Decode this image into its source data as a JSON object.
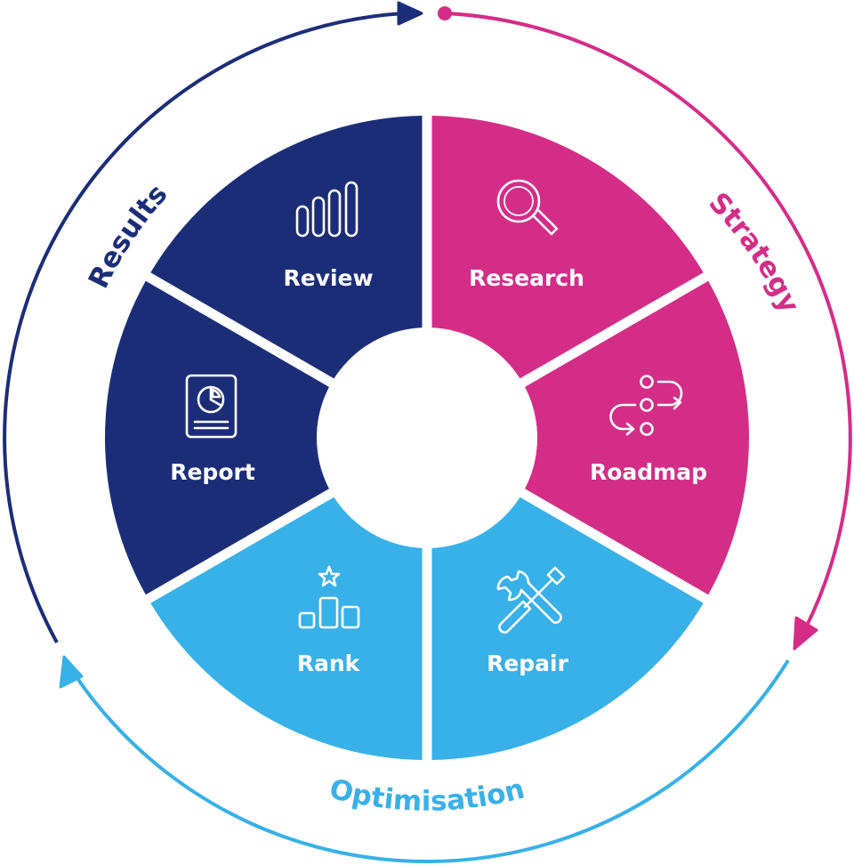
{
  "colors": {
    "strategy": "#D42D87",
    "results": "#1C2D78",
    "optimisation": "#38B0E8",
    "center": "#FFFFFF",
    "icon": "#FFFFFF"
  },
  "phases": {
    "strategy": "Strategy",
    "results": "Results",
    "optimisation": "Optimisation"
  },
  "segments": [
    {
      "label": "Research",
      "icon": "magnifier-icon",
      "phase": "strategy"
    },
    {
      "label": "Roadmap",
      "icon": "roadmap-path-icon",
      "phase": "strategy"
    },
    {
      "label": "Repair",
      "icon": "wrench-screwdriver-icon",
      "phase": "optimisation"
    },
    {
      "label": "Rank",
      "icon": "podium-star-icon",
      "phase": "optimisation"
    },
    {
      "label": "Report",
      "icon": "report-pie-icon",
      "phase": "results"
    },
    {
      "label": "Review",
      "icon": "bar-chart-icon",
      "phase": "results"
    }
  ]
}
